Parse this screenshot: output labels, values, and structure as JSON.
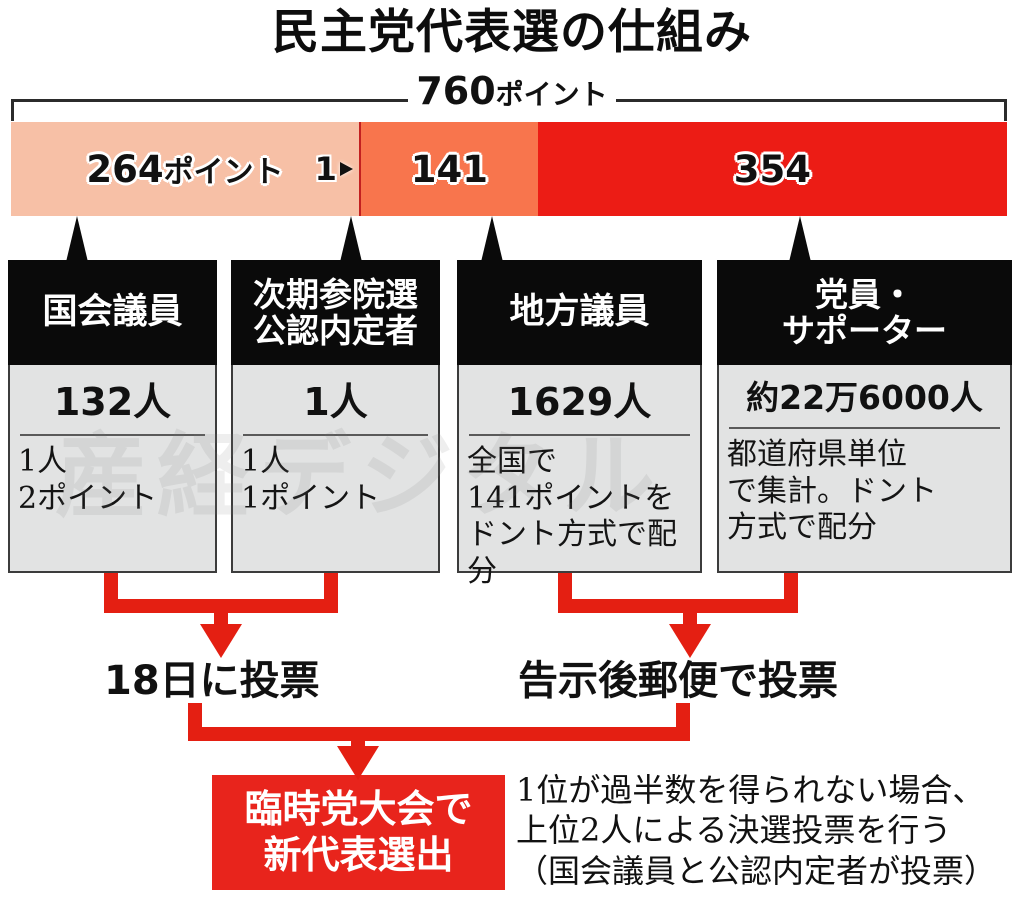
{
  "header": {
    "title": "民主党代表選の仕組み",
    "subtitle_value": "760",
    "subtitle_unit": "ポイント"
  },
  "bar": {
    "segments": [
      {
        "id": "diet-members",
        "value": "264",
        "unit": "ポイント",
        "points": 264,
        "color": "#f7c0a6"
      },
      {
        "id": "local-assembly",
        "value": "141",
        "unit": "",
        "points": 141,
        "color": "#f8754d"
      },
      {
        "id": "members-supporters",
        "value": "354",
        "unit": "",
        "points": 354,
        "color": "#ec1c15"
      }
    ],
    "tick_marker": "1",
    "total_points": 760
  },
  "boxes": [
    {
      "name": "国会議員",
      "count": "132人",
      "note": "1人\n2ポイント"
    },
    {
      "name": "次期参院選\n公認内定者",
      "count": "1人",
      "note": "1人\n1ポイント"
    },
    {
      "name": "地方議員",
      "count": "1629人",
      "note": "全国で\n141ポイントを\nドント方式で配分"
    },
    {
      "name": "党員・\nサポーター",
      "count": "約22万6000人",
      "note": "都道府県単位\nで集計。ドント\n方式で配分"
    }
  ],
  "stages": {
    "left_vote": "18日に投票",
    "right_vote": "告示後郵便で投票"
  },
  "final": {
    "box_line1": "臨時党大会で",
    "box_line2": "新代表選出",
    "note_line1": "1位が過半数を得られない場合、",
    "note_line2": "上位2人による決選投票を行う",
    "note_line3": "（国会議員と公認内定者が投票）"
  },
  "watermark": "産経デジタル",
  "colors": {
    "accent_red": "#e41f12",
    "light_salmon": "#f7c0a6",
    "mid_orange": "#f8754d",
    "bright_red": "#ec1c15",
    "header_black": "#0a0a0a",
    "body_gray": "#e2e3e3"
  }
}
